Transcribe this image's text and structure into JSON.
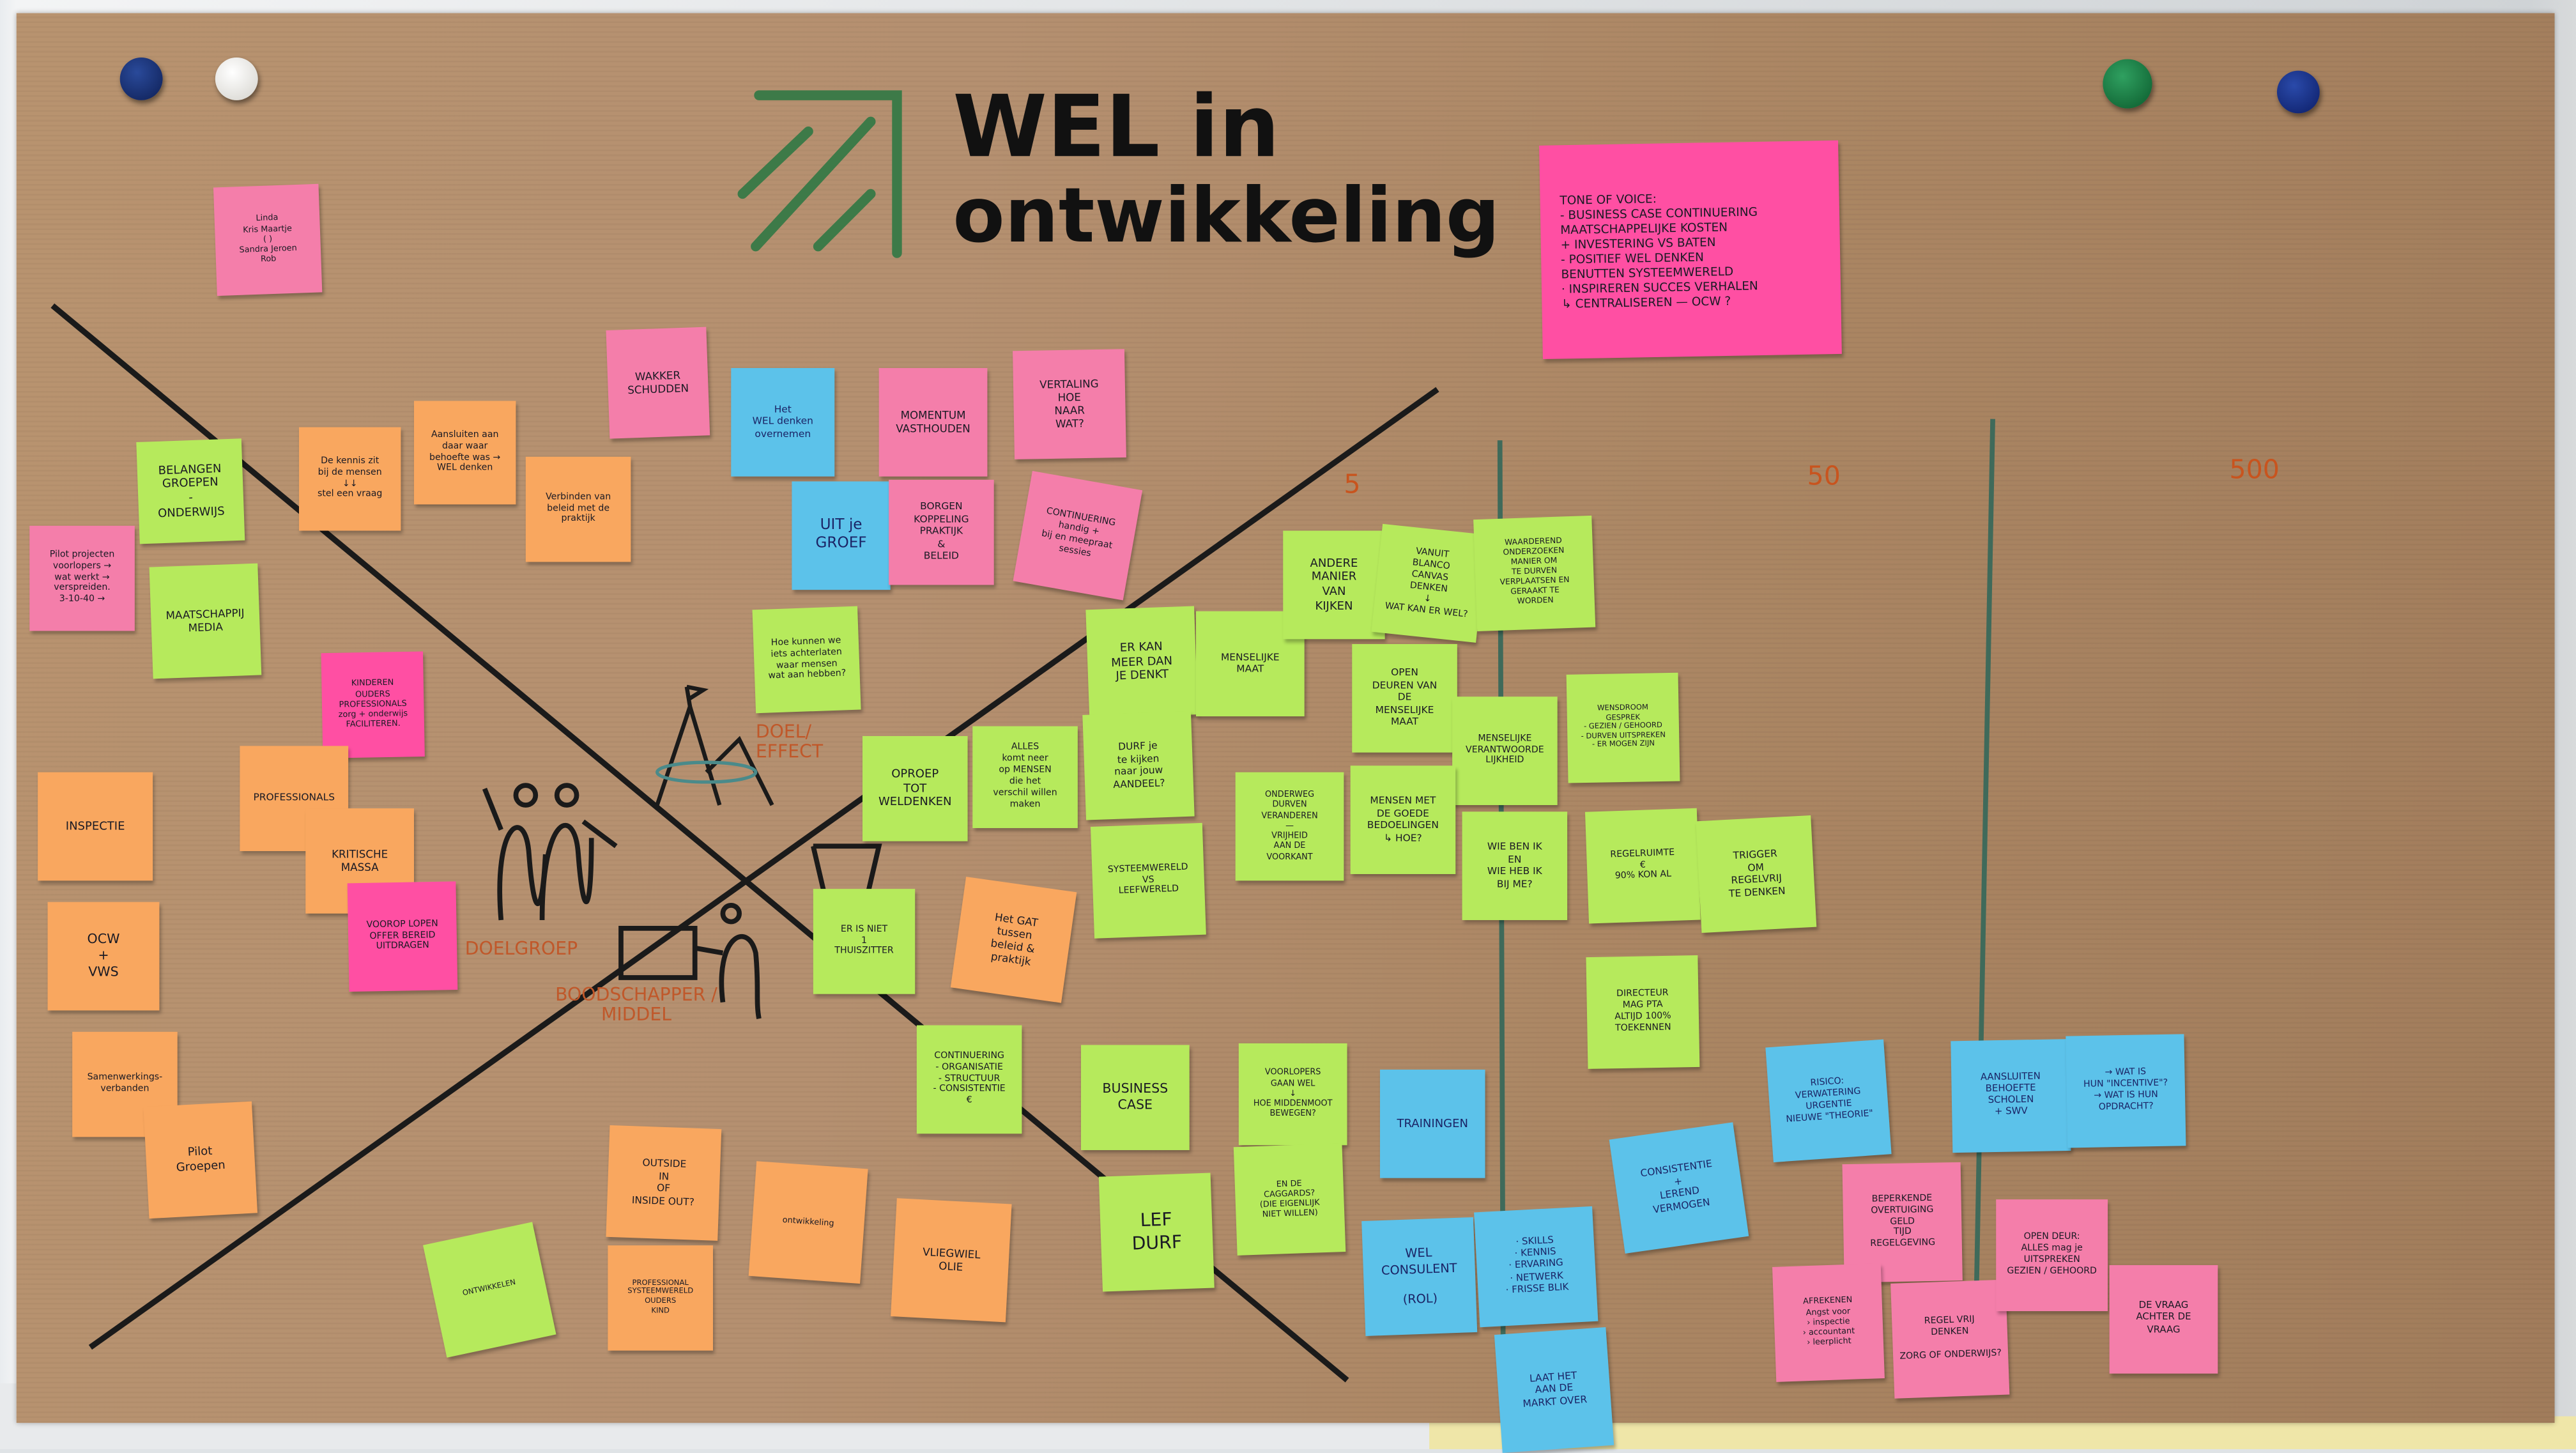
{
  "title": {
    "line1": "WEL in",
    "line2": "ontwikkeling"
  },
  "scale_labels": [
    "5",
    "50",
    "500"
  ],
  "drawing_labels": {
    "goal": "DOEL/\nEFFECT",
    "target_group": "DOELGROEP",
    "messenger": "BOODSCHAPPER /\nMIDDEL"
  },
  "colors": {
    "green": "#b6ea5c",
    "orange": "#f9a75f",
    "pink": "#f47eaa",
    "hotpink": "#ff4fa3",
    "blue": "#5cc2ea",
    "paper": "#b38e6a",
    "title_green": "#3d7a48"
  },
  "notes": [
    "Linda\nKris   Maartje\n( )\nSandra  Jeroen\nRob",
    "Pilot projecten\nvoorlopers →\nwat werkt →\nverspreiden.\n3-10-40 →",
    "BELANGEN\nGROEPEN\n-\nONDERWIJS",
    "MAATSCHAPPIJ\nMEDIA",
    "De kennis zit\nbij de mensen\n↓↓\nstel een vraag",
    "Aansluiten aan\ndaar waar\nbehoefte was →\nWEL denken",
    "Verbinden van\nbeleid met de\npraktijk",
    "WAKKER\nSCHUDDEN",
    "Het\nWEL denken\novernemen",
    "UIT je\nGROEF",
    "MOMENTUM\nVASTHOUDEN",
    "BORGEN\nKOPPELING\nPRAKTIJK\n&\nBELEID",
    "VERTALING\nHOE\nNAAR\nWAT?",
    "CONTINUERING\nhandig +\nbij en meepraat\nsessies",
    "Hoe kunnen we\niets achterlaten\nwaar mensen\nwat aan hebben?",
    "KINDEREN\nOUDERS\nPROFESSIONALS\nzorg + onderwijs\nFACILITEREN.",
    "PROFESSIONALS",
    "KRITISCHE\nMASSA",
    "VOOROP LOPEN\nOFFER BEREID\nUITDRAGEN",
    "INSPECTIE",
    "OCW\n+\nVWS",
    "Samenwerkings-\nverbanden",
    "Pilot\nGroepen",
    "OPROEP\nTOT\nWELDENKEN",
    "ALLES\nkomt neer\nop MENSEN\ndie het\nverschil willen maken",
    "ER IS NIET\n1\nTHUISZITTER",
    "Het GAT\ntussen\nbeleid &\npraktijk",
    "CONTINUERING\n- ORGANISATIE\n- STRUCTUUR\n- CONSISTENTIE\n€",
    "BUSINESS\nCASE",
    "LEF\nDURF",
    "VLIEGWIEL\nOLIE",
    "ontwikkeling",
    "OUTSIDE\nIN\nOF\nINSIDE OUT?",
    "PROFESSIONAL\nSYSTEEMWERELD\nOUDERS\nKIND",
    "ONTWIKKELEN",
    "ER KAN\nMEER DAN\nJE DENKT",
    "MENSELIJKE\nMAAT",
    "DURF je\nte kijken\nnaar jouw\nAANDEEL?",
    "SYSTEEMWERELD\nVS\nLEEFWERELD",
    "ANDERE\nMANIER\nVAN\nKIJKEN",
    "VANUIT\nBLANCO\nCANVAS\nDENKEN\n↓\nWAT KAN ER WEL?",
    "WAARDEREND\nONDERZOEKEN\nMANIER OM\nTE DURVEN\nVERPLAATSEN EN\nGERAAKT TE\nWORDEN",
    "OPEN\nDEUREN VAN\nDE\nMENSELIJKE\nMAAT",
    "MENSELIJKE\nVERANTWOORDE\nLIJKHEID",
    "WENSDROOM\nGESPREK\n- GEZIEN / GEHOORD\n- DURVEN UITSPREKEN\n- ER MOGEN ZIJN",
    "ONDERWEG\nDURVEN\nVERANDEREN\n—\nVRIJHEID\nAAN DE\nVOORKANT",
    "MENSEN MET\nDE GOEDE\nBEDOELINGEN\n↳ HOE?",
    "WIE BEN IK\nEN\nWIE HEB IK\nBIJ ME?",
    "REGELRUIMTE\n€\n90% KON AL",
    "TRIGGER\nOM\nREGELVRIJ\nTE DENKEN",
    "DIRECTEUR\nMAG PTA\nALTIJD 100%\nTOEKENNEN",
    "VOORLOPERS\nGAAN WEL\n↓\nHOE MIDDENMOOT\nBEWEGEN?",
    "EN DE\nCAGGARDS?\n(DIE EIGENLIJK\nNIET WILLEN)",
    "TRAININGEN",
    "WEL\nCONSULENT\n\n(ROL)",
    "· SKILLS\n· KENNIS\n· ERVARING\n· NETWERK\n· FRISSE BLIK",
    "LAAT HET\nAAN DE\nMARKT OVER",
    "CONSISTENTIE\n+\nLEREND\nVERMOGEN",
    "RISICO:\nVERWATERING\nURGENTIE\nNIEUWE \"THEORIE\"",
    "AANSLUITEN\nBEHOEFTE\nSCHOLEN\n+ SWV",
    "→ WAT IS\nHUN \"INCENTIVE\"?\n→ WAT IS HUN\nOPDRACHT?",
    "BEPERKENDE\nOVERTUIGING\nGELD\nTIJD\nREGELGEVING",
    "AFREKENEN\nAngst voor\n› inspectie\n› accountant\n› leerplicht",
    "REGEL VRIJ\nDENKEN\n\nZORG OF ONDERWIJS?",
    "OPEN DEUR:\nALLES mag je\nUITSPREKEN\nGEZIEN / GEHOORD",
    "DE VRAAG\nACHTER DE\nVRAAG",
    "TONE OF VOICE:\n- BUSINESS CASE   CONTINUERING\nMAATSCHAPPELIJKE KOSTEN\n+ INVESTERING   VS BATEN\n- POSITIEF WEL DENKEN\nBENUTTEN SYSTEEMWERELD\n· INSPIREREN SUCCES VERHALEN\n↳ CENTRALISEREN — OCW ?"
  ]
}
